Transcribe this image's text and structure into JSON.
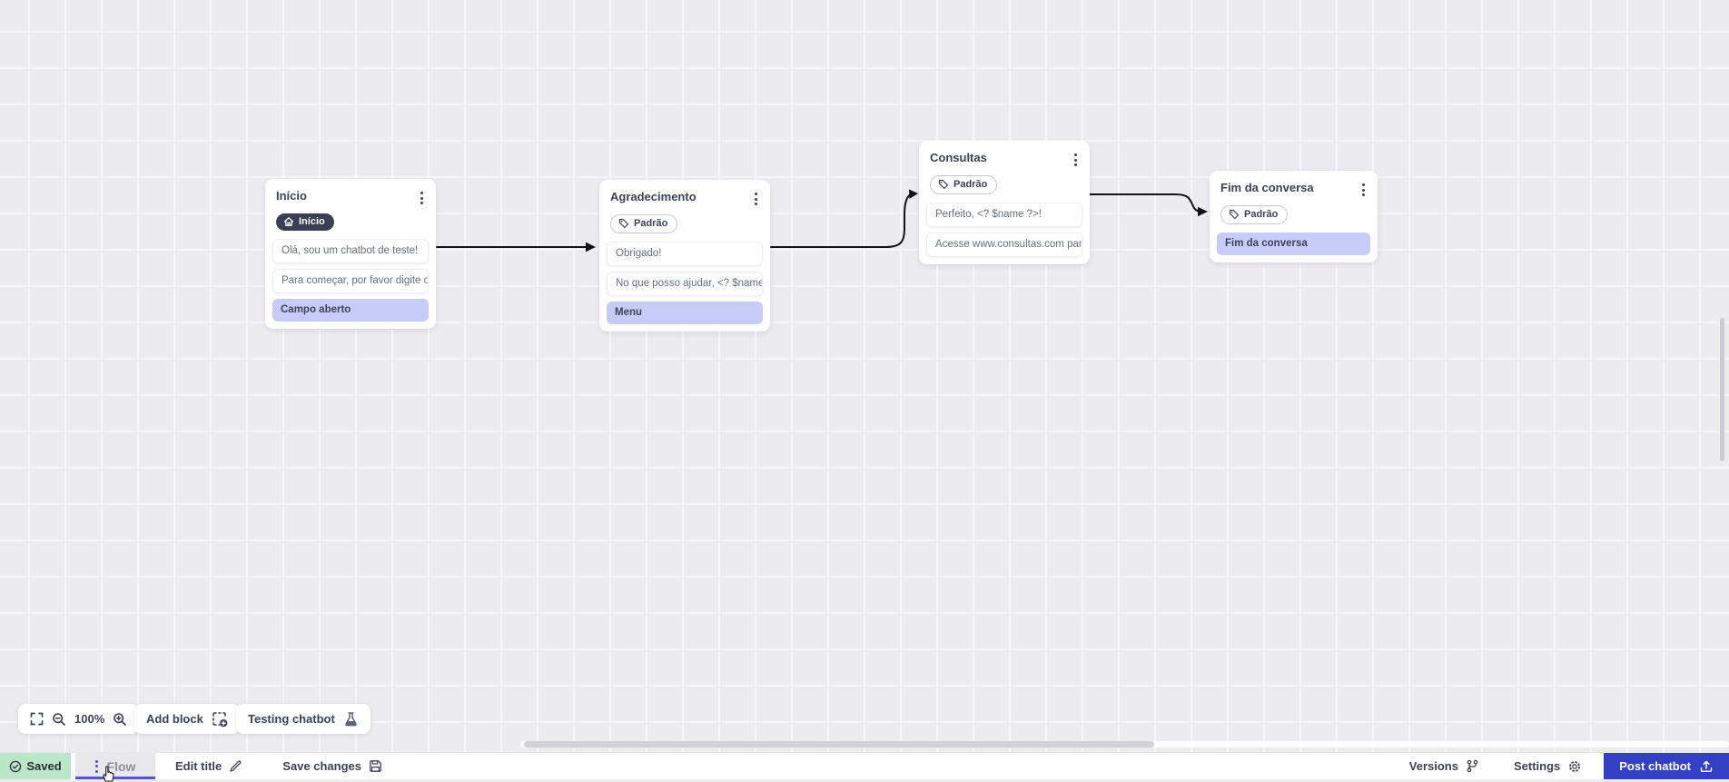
{
  "flow": {
    "nodes": [
      {
        "title": "Início",
        "badge": "Início",
        "items": [
          {
            "text": "Olá, sou um chatbot de teste!"
          },
          {
            "text": "Para começar, por favor digite o ..."
          },
          {
            "text": "Campo aberto"
          }
        ]
      },
      {
        "title": "Agradecimento",
        "badge": "Padrão",
        "items": [
          {
            "text": "Obrigado!"
          },
          {
            "text": "No que posso ajudar, <? $name ..."
          },
          {
            "text": "Menu"
          }
        ]
      },
      {
        "title": "Consultas",
        "badge": "Padrão",
        "items": [
          {
            "text": "Perfeito, <? $name ?>!"
          },
          {
            "text": "Acesse www.consultas.com par..."
          }
        ]
      },
      {
        "title": "Fim da conversa",
        "badge": "Padrão",
        "items": [
          {
            "text": "Fim da conversa"
          }
        ]
      }
    ]
  },
  "canvas_toolbar": {
    "zoom_level": "100%",
    "add_block": "Add block",
    "testing_chatbot": "Testing chatbot"
  },
  "status_bar": {
    "saved": "Saved",
    "flow_tab": "Flow",
    "edit_title": "Edit title",
    "save_changes": "Save changes",
    "versions": "Versions",
    "settings": "Settings",
    "post_chatbot": "Post chatbot"
  },
  "icons": {
    "home-icon": "house glyph in start badge",
    "tag-icon": "label tag in Padrão badges",
    "kebab-icon": "vertical three dots node menu",
    "fullscreen-icon": "corner brackets",
    "zoom-out-icon": "magnifier minus",
    "zoom-in-icon": "magnifier plus",
    "add-block-icon": "dashed square with plus",
    "flask-icon": "test flask",
    "check-circle-icon": "saved state check",
    "pencil-icon": "edit title",
    "floppy-icon": "save changes",
    "branch-icon": "versions git branch",
    "gear-icon": "settings",
    "upload-icon": "post chatbot publish",
    "hand-cursor-icon": "mouse pointer over Flow tab"
  },
  "colors": {
    "canvas_bg": "#ECEBEE",
    "grid_line": "#F6F5F8",
    "accent_blue": "#3340C6",
    "action_purple": "#C7CCF6",
    "saved_green": "#B9E7C8",
    "badge_dark": "#3A3F54",
    "tab_underline": "#5156D3",
    "arrow": "#141414"
  }
}
